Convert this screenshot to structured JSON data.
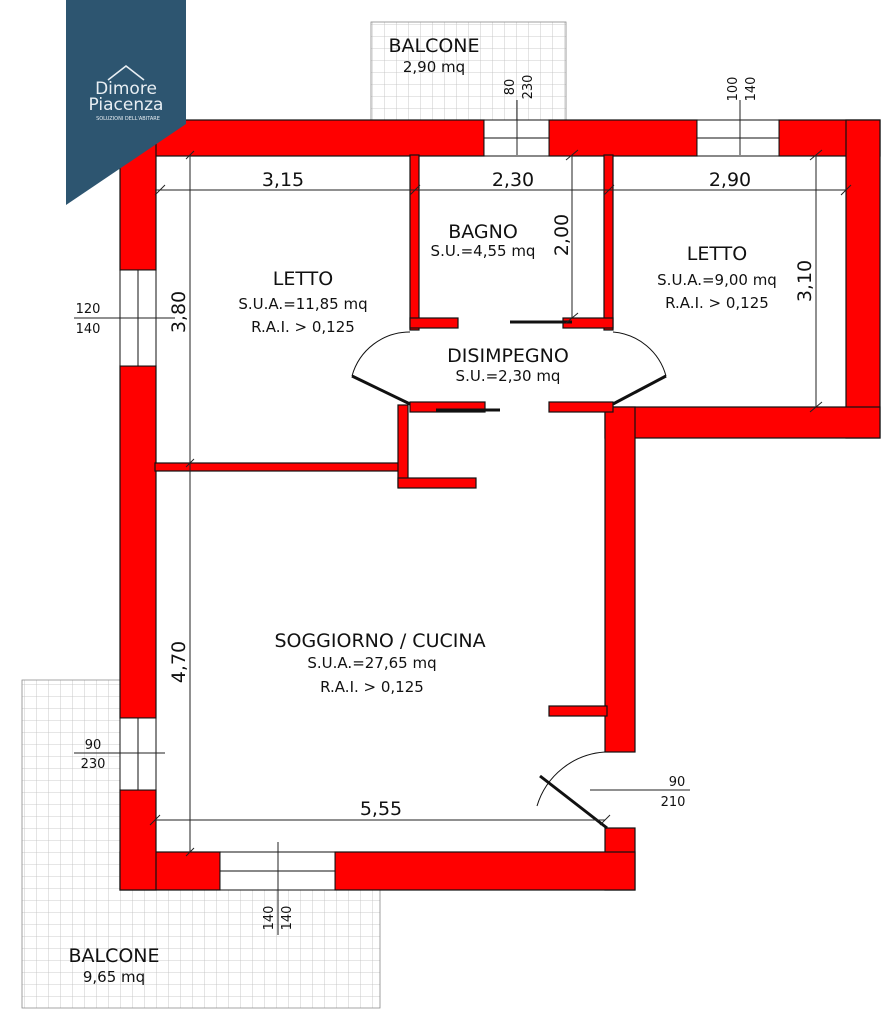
{
  "logo": {
    "name_line1": "Dimore",
    "name_line2": "Piacenza",
    "tagline": "SOLUZIONI DELL'ABITARE",
    "color": "#2d5570"
  },
  "colors": {
    "walls": "#ff0000",
    "background": "#ffffff",
    "tiles": "#bdbdbd"
  },
  "rooms": {
    "letto1": {
      "name": "LETTO",
      "area": "S.U.A.=11,85 mq",
      "rai": "R.A.I. > 0,125"
    },
    "bagno": {
      "name": "BAGNO",
      "area": "S.U.=4,55 mq"
    },
    "letto2": {
      "name": "LETTO",
      "area": "S.U.A.=9,00 mq",
      "rai": "R.A.I. > 0,125"
    },
    "disimpegno": {
      "name": "DISIMPEGNO",
      "area": "S.U.=2,30 mq"
    },
    "soggiorno": {
      "name": "SOGGIORNO / CUCINA",
      "area": "S.U.A.=27,65 mq",
      "rai": "R.A.I. > 0,125"
    }
  },
  "balconies": {
    "top": {
      "name": "BALCONE",
      "area": "2,90 mq"
    },
    "bottom": {
      "name": "BALCONE",
      "area": "9,65 mq"
    }
  },
  "dimensions": {
    "letto1_width": "3,15",
    "bagno_width": "2,30",
    "letto2_width": "2,90",
    "letto1_depth": "3,80",
    "bagno_depth": "2,00",
    "letto2_depth": "3,10",
    "soggiorno_depth": "4,70",
    "soggiorno_width": "5,55"
  },
  "openings": {
    "top_balcony_door": {
      "width": "80",
      "height": "230"
    },
    "letto2_window": {
      "width": "100",
      "height": "140"
    },
    "letto1_window": {
      "width": "120",
      "height": "140"
    },
    "soggiorno_side_door": {
      "width": "90",
      "height": "230"
    },
    "entrance_door": {
      "width": "90",
      "height": "210"
    },
    "bottom_window": {
      "width": "140",
      "height": "140"
    }
  }
}
